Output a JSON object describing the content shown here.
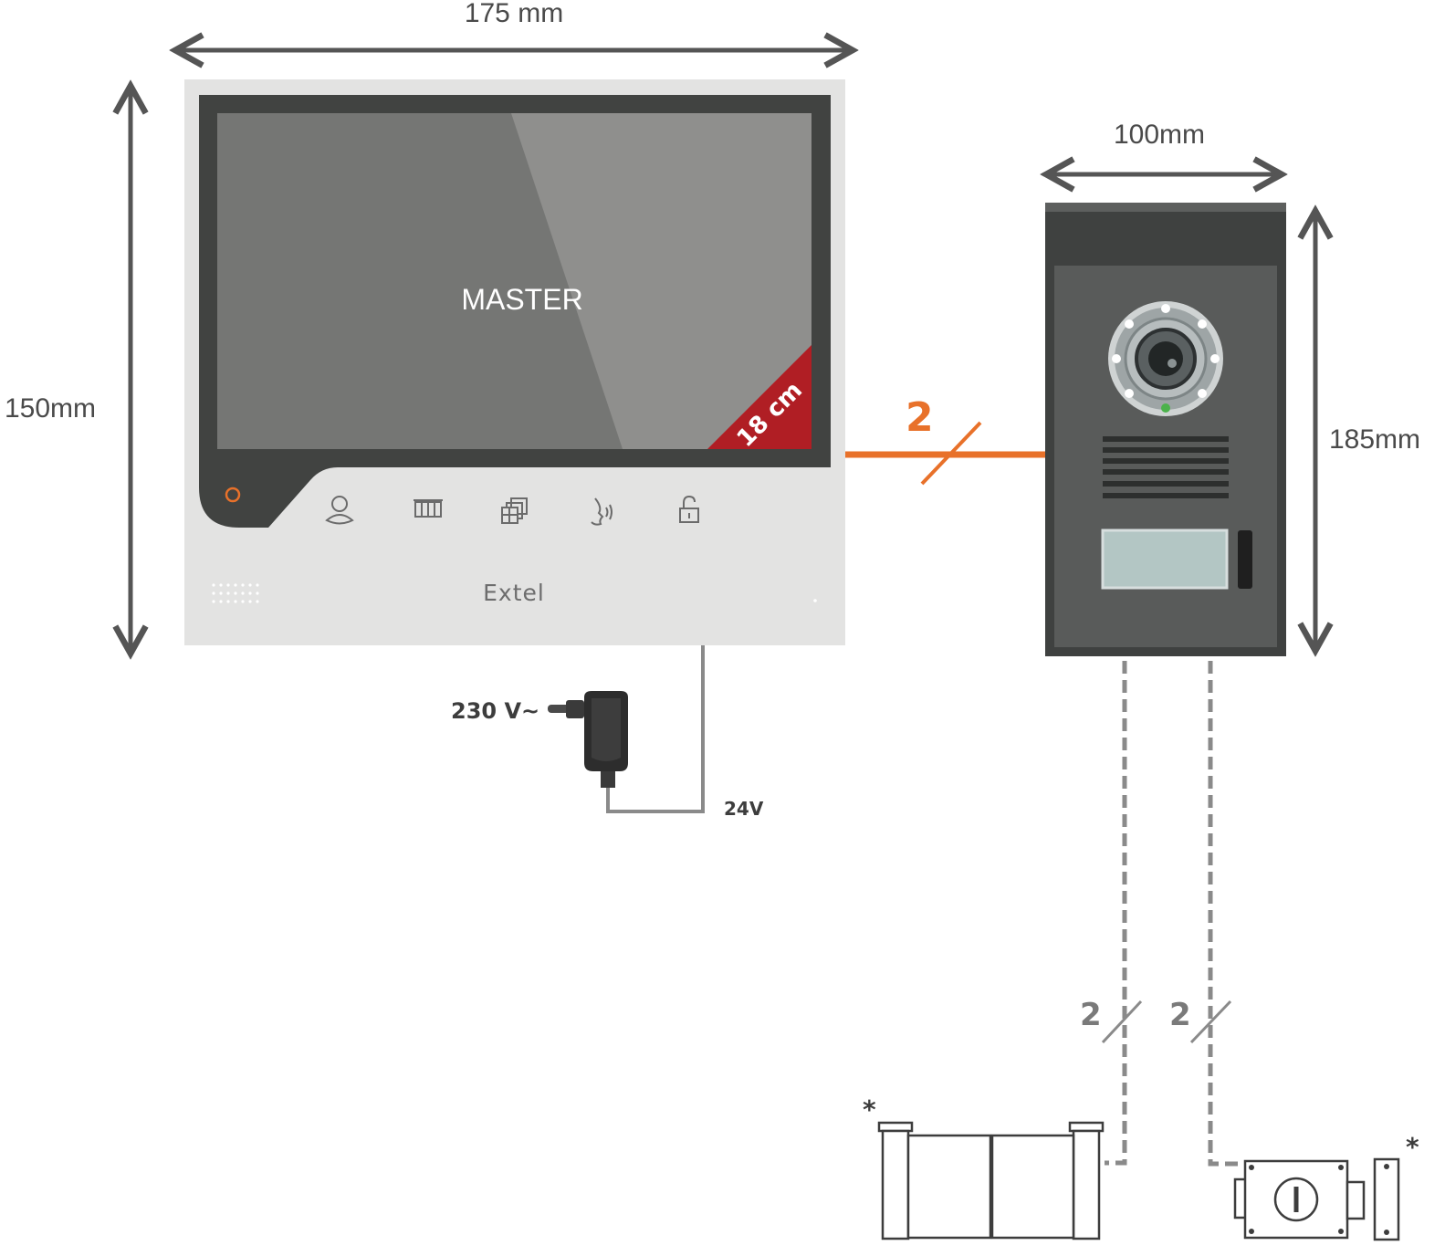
{
  "monitor": {
    "width_label": "175 mm",
    "height_label": "150mm",
    "screen_label": "MASTER",
    "screen_size_badge": "18 cm",
    "brand": "Extel",
    "buttons": [
      "user-icon",
      "gate-icon",
      "gallery-icon",
      "talk-icon",
      "unlock-icon"
    ]
  },
  "door_station": {
    "width_label": "100mm",
    "height_label": "185mm"
  },
  "wiring": {
    "monitor_to_station": "2",
    "station_to_gate": "2",
    "station_to_lock": "2",
    "mains_label": "230 V~",
    "low_voltage_label": "24V",
    "color": "#e8712a"
  },
  "accessories": {
    "gate_marker": "*",
    "lock_marker": "*"
  }
}
